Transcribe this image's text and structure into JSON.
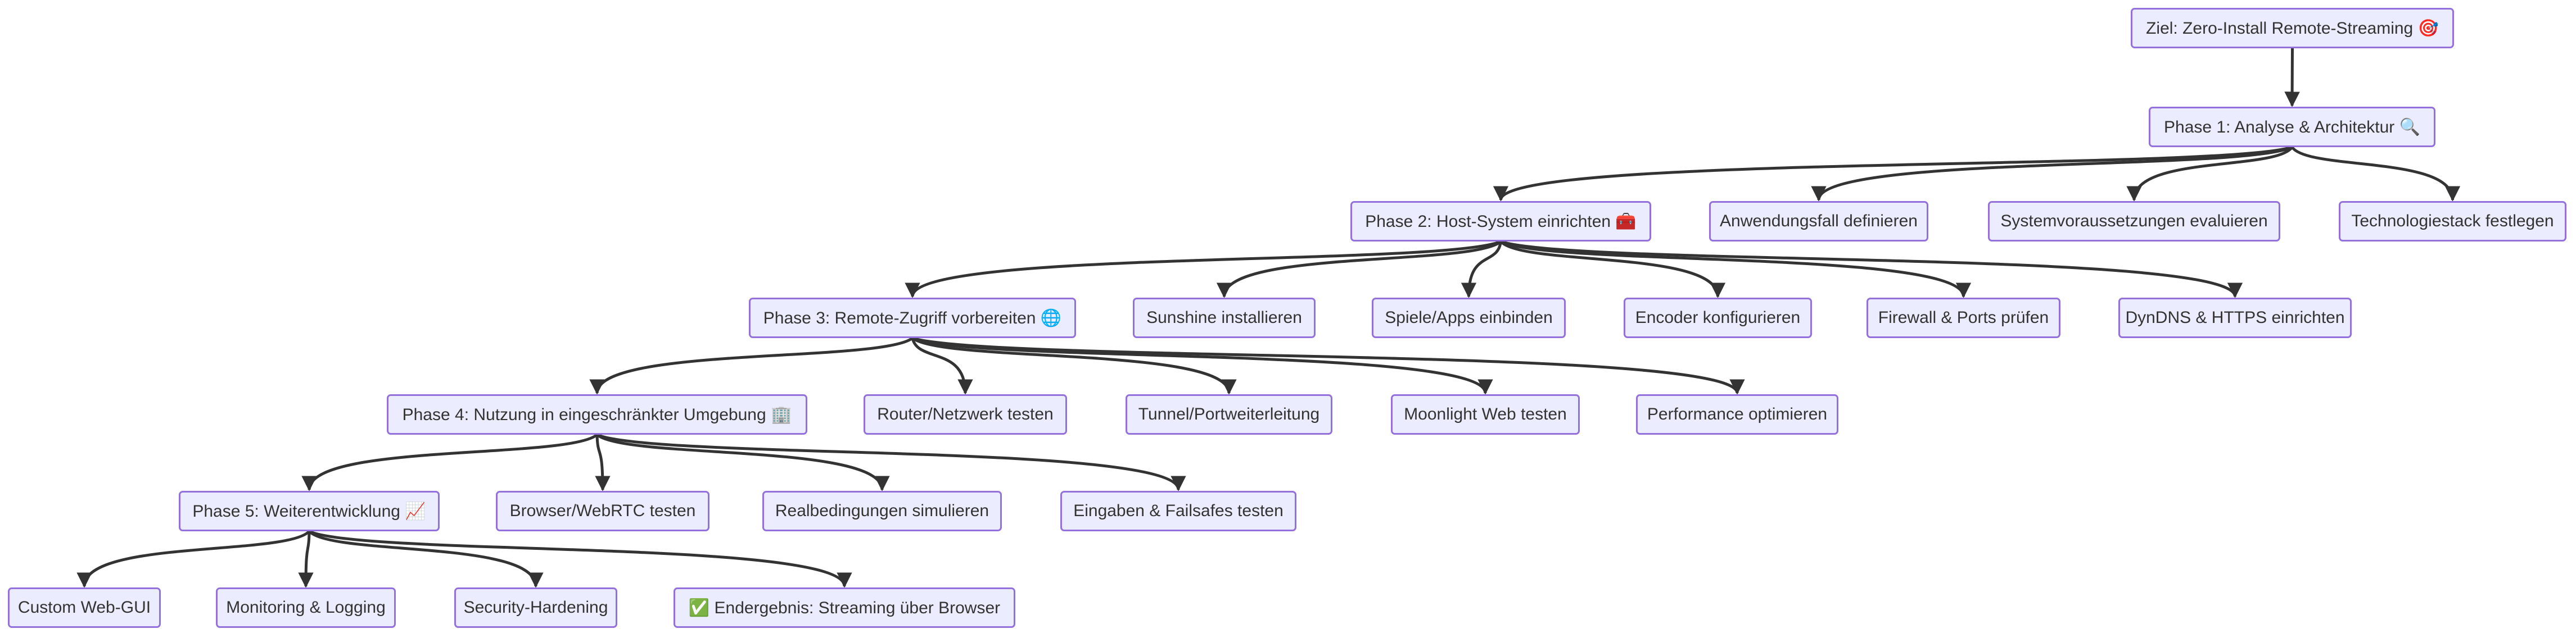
{
  "diagram": {
    "colors": {
      "node_fill": "#ECECFF",
      "node_border": "#9370DB",
      "edge": "#333333",
      "text": "#333333"
    },
    "nodes": {
      "goal": "Ziel: Zero-Install Remote-Streaming 🎯",
      "phase1": "Phase 1: Analyse & Architektur 🔍",
      "p1_usecase": "Anwendungsfall definieren",
      "p1_requirements": "Systemvoraussetzungen evaluieren",
      "p1_stack": "Technologiestack festlegen",
      "phase2": "Phase 2: Host-System einrichten 🧰",
      "p2_sunshine": "Sunshine installieren",
      "p2_games": "Spiele/Apps einbinden",
      "p2_encoder": "Encoder konfigurieren",
      "p2_firewall": "Firewall & Ports prüfen",
      "p2_dyndns": "DynDNS & HTTPS einrichten",
      "phase3": "Phase 3: Remote-Zugriff vorbereiten 🌐",
      "p3_router": "Router/Netzwerk testen",
      "p3_tunnel": "Tunnel/Portweiterleitung",
      "p3_moonlight": "Moonlight Web testen",
      "p3_performance": "Performance optimieren",
      "phase4": "Phase 4: Nutzung in eingeschränkter Umgebung 🏢",
      "p4_browser": "Browser/WebRTC testen",
      "p4_realconditions": "Realbedingungen simulieren",
      "p4_inputs": "Eingaben & Failsafes testen",
      "phase5": "Phase 5: Weiterentwicklung 📈",
      "p5_webgui": "Custom Web-GUI",
      "p5_monitoring": "Monitoring & Logging",
      "p5_security": "Security-Hardening",
      "p5_result": "✅ Endergebnis: Streaming über Browser"
    },
    "edges": [
      [
        "goal",
        "phase1"
      ],
      [
        "phase1",
        "phase2"
      ],
      [
        "phase1",
        "p1_usecase"
      ],
      [
        "phase1",
        "p1_requirements"
      ],
      [
        "phase1",
        "p1_stack"
      ],
      [
        "phase2",
        "phase3"
      ],
      [
        "phase2",
        "p2_sunshine"
      ],
      [
        "phase2",
        "p2_games"
      ],
      [
        "phase2",
        "p2_encoder"
      ],
      [
        "phase2",
        "p2_firewall"
      ],
      [
        "phase2",
        "p2_dyndns"
      ],
      [
        "phase3",
        "phase4"
      ],
      [
        "phase3",
        "p3_router"
      ],
      [
        "phase3",
        "p3_tunnel"
      ],
      [
        "phase3",
        "p3_moonlight"
      ],
      [
        "phase3",
        "p3_performance"
      ],
      [
        "phase4",
        "phase5"
      ],
      [
        "phase4",
        "p4_browser"
      ],
      [
        "phase4",
        "p4_realconditions"
      ],
      [
        "phase4",
        "p4_inputs"
      ],
      [
        "phase5",
        "p5_webgui"
      ],
      [
        "phase5",
        "p5_monitoring"
      ],
      [
        "phase5",
        "p5_security"
      ],
      [
        "phase5",
        "p5_result"
      ]
    ]
  }
}
